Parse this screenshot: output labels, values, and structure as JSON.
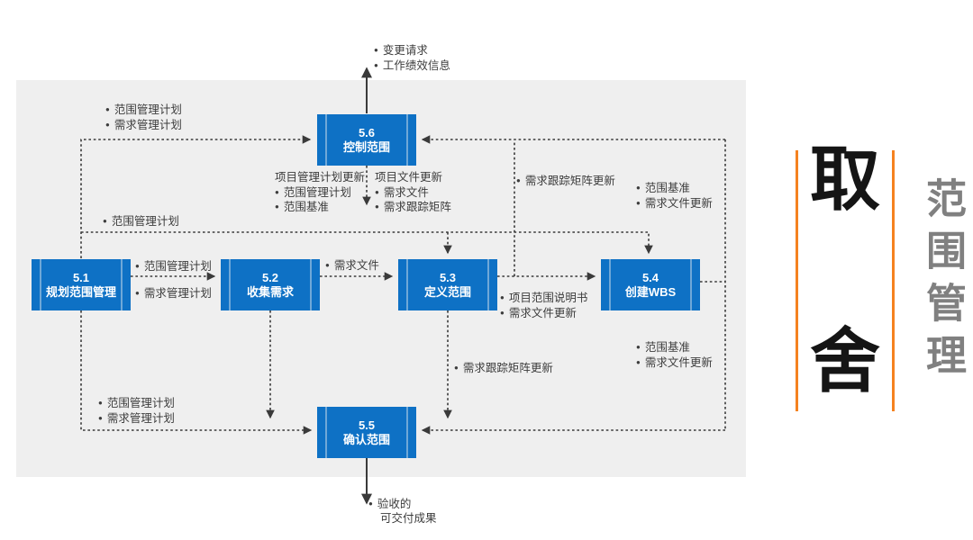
{
  "slide": {
    "background": "#ffffff",
    "panel_color": "#efefef"
  },
  "diagram": {
    "nodes": [
      {
        "code": "5.1",
        "name": "规划范围管理"
      },
      {
        "code": "5.2",
        "name": "收集需求"
      },
      {
        "code": "5.3",
        "name": "定义范围"
      },
      {
        "code": "5.4",
        "name": "创建WBS"
      },
      {
        "code": "5.5",
        "name": "确认范围"
      },
      {
        "code": "5.6",
        "name": "控制范围"
      }
    ],
    "labels": {
      "plan_to_control": [
        "范围管理计划",
        "需求管理计划"
      ],
      "scope_plan_trunk": "范围管理计划",
      "control_updates_left_header": "项目管理计划更新",
      "control_updates_left": [
        "范围管理计划",
        "范围基准"
      ],
      "control_updates_right_header": "项目文件更新",
      "control_updates_right": [
        "需求文件",
        "需求跟踪矩阵"
      ],
      "traceability_to_control": "需求跟踪矩阵更新",
      "baseline_to_control": [
        "范围基准",
        "需求文件更新"
      ],
      "p51_p52_above": "范围管理计划",
      "p51_p52_below": "需求管理计划",
      "p52_p53": "需求文件",
      "p53_p54": [
        "项目范围说明书",
        "需求文件更新"
      ],
      "baseline_to_validate": [
        "范围基准",
        "需求文件更新"
      ],
      "traceability_to_validate": "需求跟踪矩阵更新",
      "bottom_left_to_validate": [
        "范围管理计划",
        "需求管理计划"
      ],
      "control_top_outputs": [
        "变更请求",
        "工作绩效信息"
      ],
      "validate_outputs": [
        "验收的",
        "可交付成果"
      ]
    }
  },
  "side": {
    "big_word_top": "取",
    "big_word_bottom": "舍",
    "vertical_title": "范围管理",
    "accent_color": "#f58220",
    "title_color": "#808080"
  },
  "colors": {
    "node_fill": "#0e71c5",
    "node_stripe": "#6fa8d8",
    "node_text": "#ffffff",
    "edge": "#3a3a3a",
    "label_text": "#3c3c3c"
  }
}
